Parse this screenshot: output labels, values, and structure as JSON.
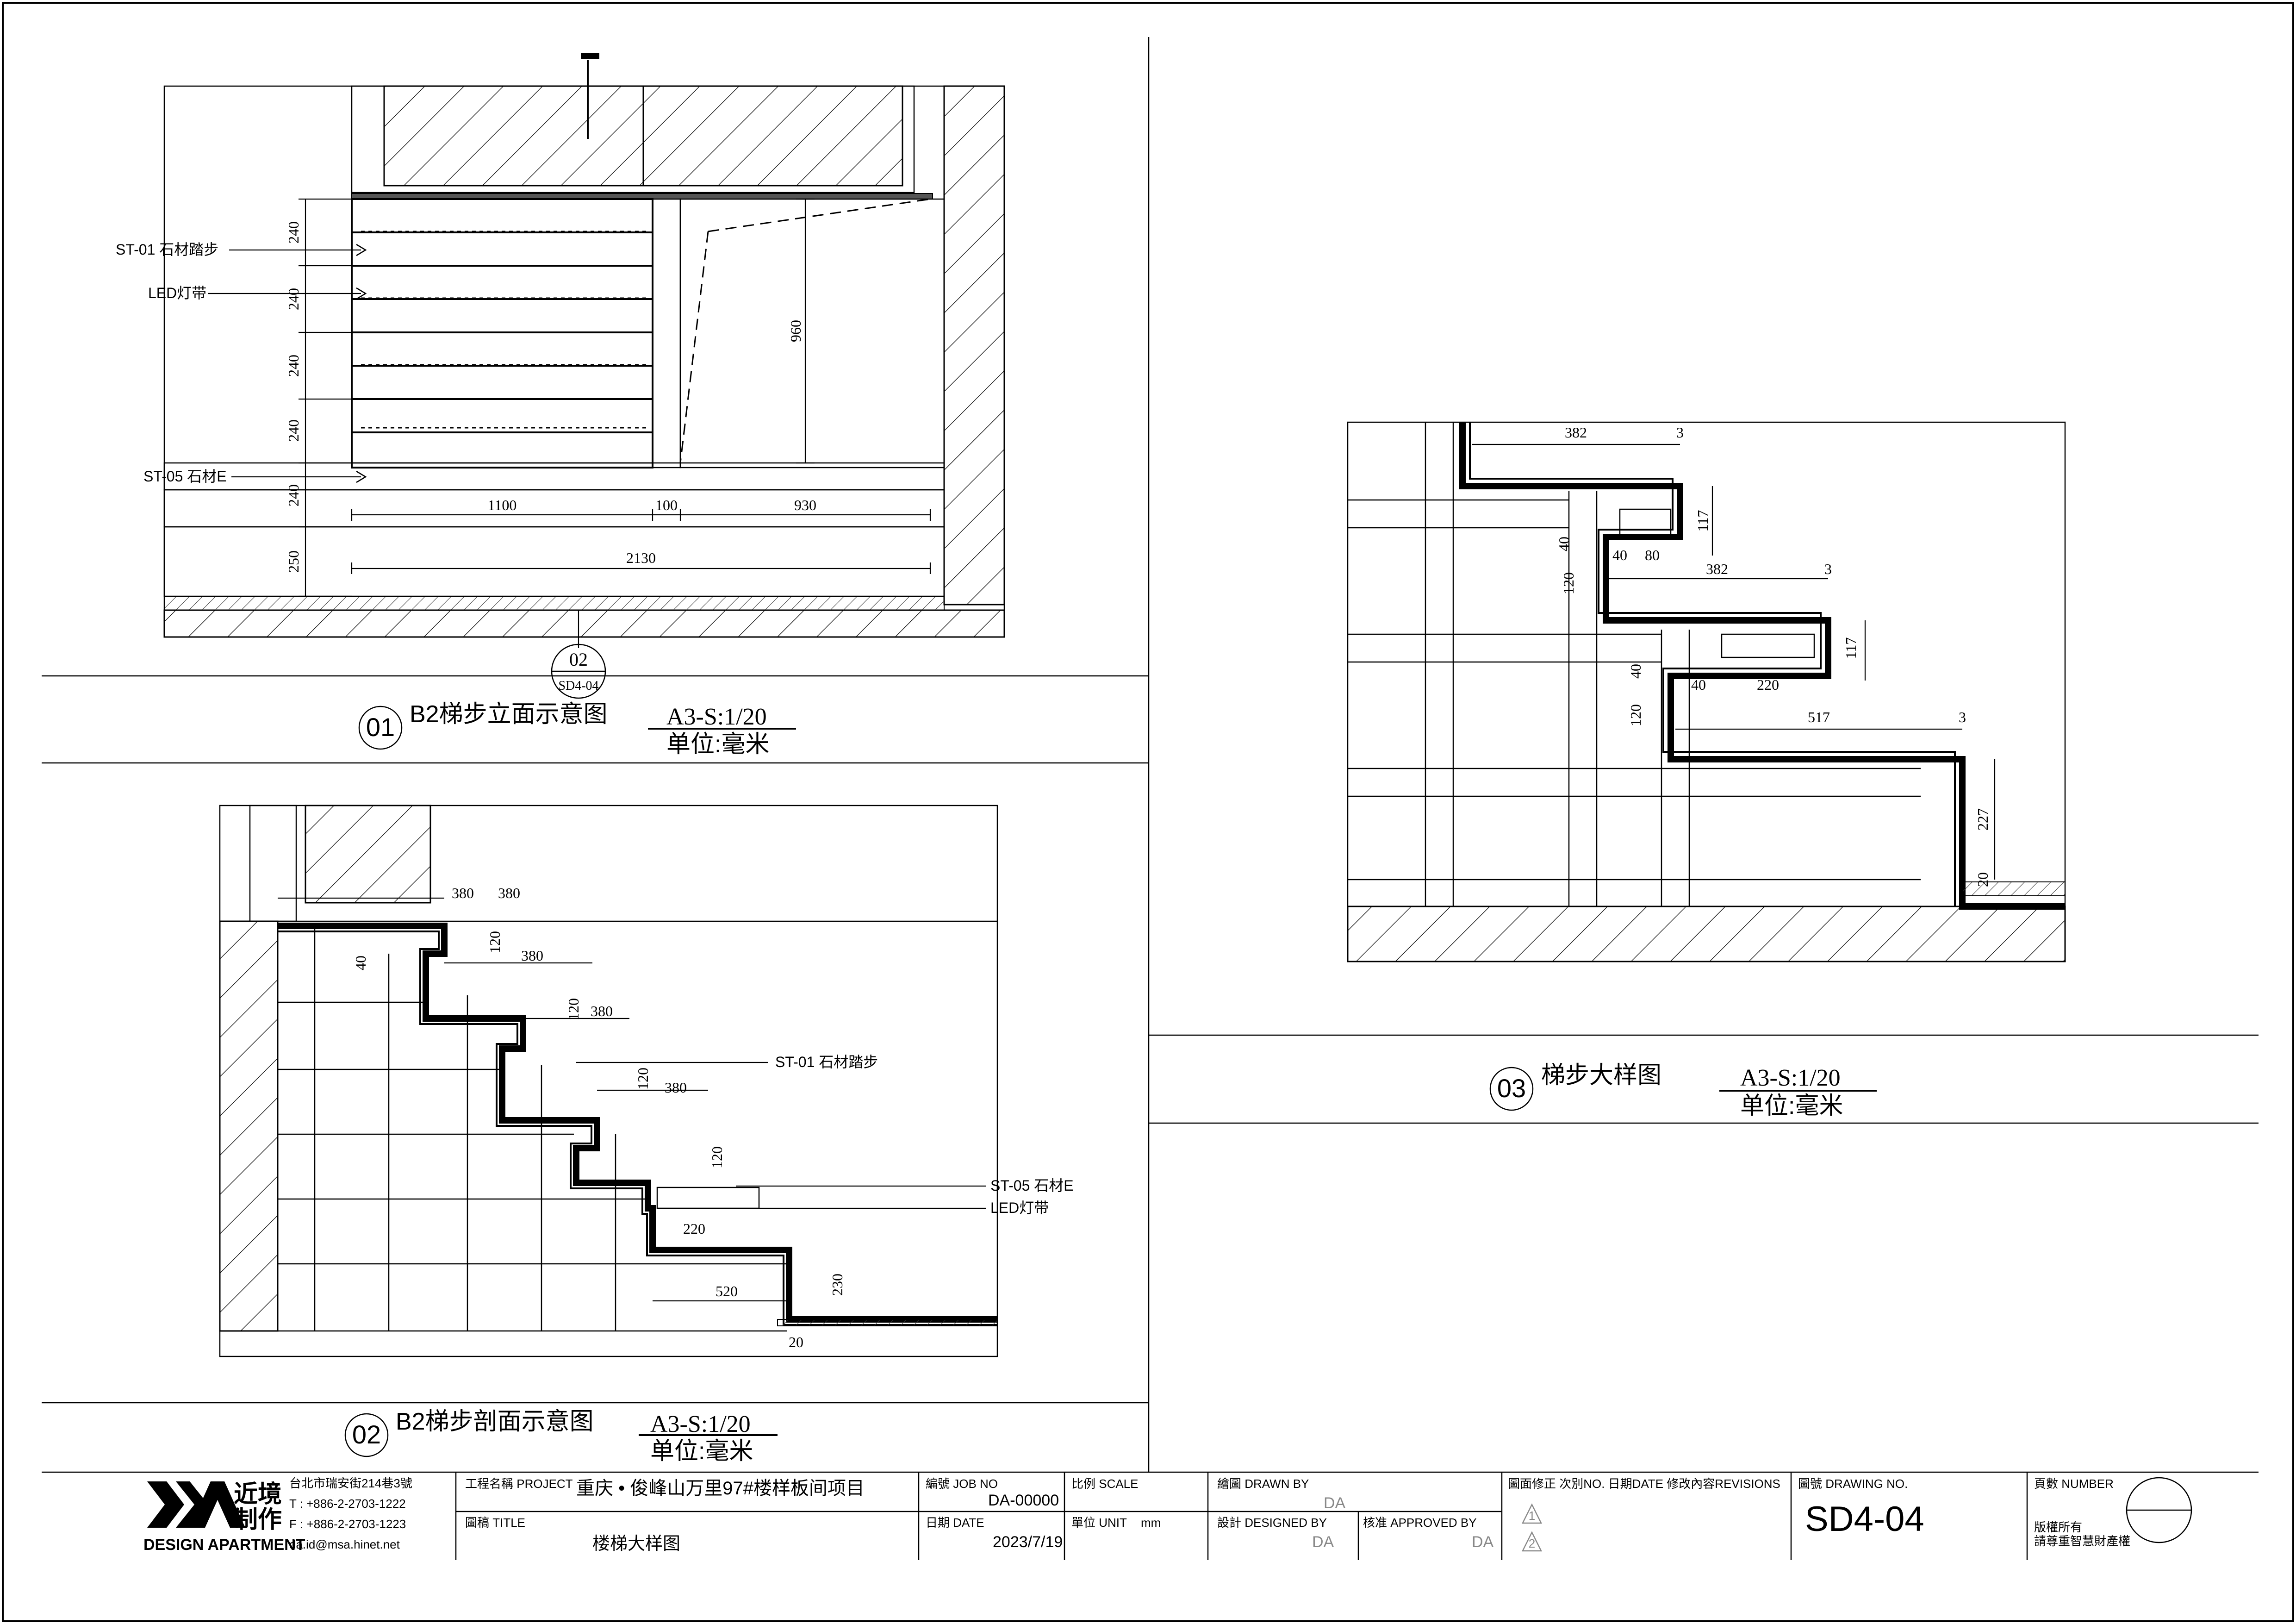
{
  "drawing1": {
    "number": "01",
    "title": "B2梯步立面示意图",
    "scale": "A3-S:1/20",
    "unit": "单位:毫米",
    "callouts": [
      "ST-01 石材踏步",
      "LED灯带",
      "ST-05 石材E"
    ],
    "dims_vertical": [
      "240",
      "240",
      "240",
      "240",
      "240",
      "250"
    ],
    "dims_horizontal": [
      "1100",
      "100",
      "930",
      "2130"
    ],
    "dim_height": "960",
    "section_mark": {
      "num": "02",
      "sheet": "SD4-04"
    }
  },
  "drawing2": {
    "number": "02",
    "title": "B2梯步剖面示意图",
    "scale": "A3-S:1/20",
    "unit": "单位:毫米",
    "callouts": [
      "ST-01 石材踏步",
      "ST-05 石材E",
      "LED灯带"
    ],
    "tread_dims": [
      "380",
      "380",
      "380",
      "380",
      "380"
    ],
    "dims_120": "120",
    "dims_40": "40",
    "dim_220": "220",
    "dim_520": "520",
    "dim_230": "230",
    "dim_20": "20"
  },
  "drawing3": {
    "number": "03",
    "title": "梯步大样图",
    "scale": "A3-S:1/20",
    "unit": "单位:毫米",
    "dims": {
      "d382": "382",
      "d3": "3",
      "d117": "117",
      "d40": "40",
      "d80": "80",
      "d120": "120",
      "d220": "220",
      "d517": "517",
      "d227": "227",
      "d20": "20"
    }
  },
  "title_block": {
    "company_cn_1": "近境",
    "company_cn_2": "制作",
    "company_en": "DESIGN APARTMENT",
    "address": "台北市瑞安街214巷3號",
    "tel": "T : +886-2-2703-1222",
    "fax": "F : +886-2-2703-1223",
    "email": "da.id@msa.hinet.net",
    "project_label": "工程名稱 PROJECT",
    "project_value": "重庆 • 俊峰山万里97#楼样板间项目",
    "title_label": "圖稿 TITLE",
    "title_value": "楼梯大样图",
    "job_label": "編號 JOB NO",
    "job_value": "DA-00000",
    "date_label": "日期 DATE",
    "date_value": "2023/7/19",
    "scale_label": "比例 SCALE",
    "unit_label": "單位 UNIT",
    "unit_value": "mm",
    "drawn_label": "繪圖 DRAWN BY",
    "drawn_value": "DA",
    "designed_label": "設計 DESIGNED BY",
    "designed_value": "DA",
    "approved_label": "核准 APPROVED BY",
    "approved_value": "DA",
    "revision_label": "圖面修正 次別NO. 日期DATE 修改內容REVISIONS",
    "rev1": "1",
    "rev2": "2",
    "drawing_no_label": "圖號 DRAWING NO.",
    "drawing_no_value": "SD4-04",
    "page_label": "頁數 NUMBER",
    "copyright_1": "版權所有",
    "copyright_2": "請尊重智慧財產權"
  }
}
